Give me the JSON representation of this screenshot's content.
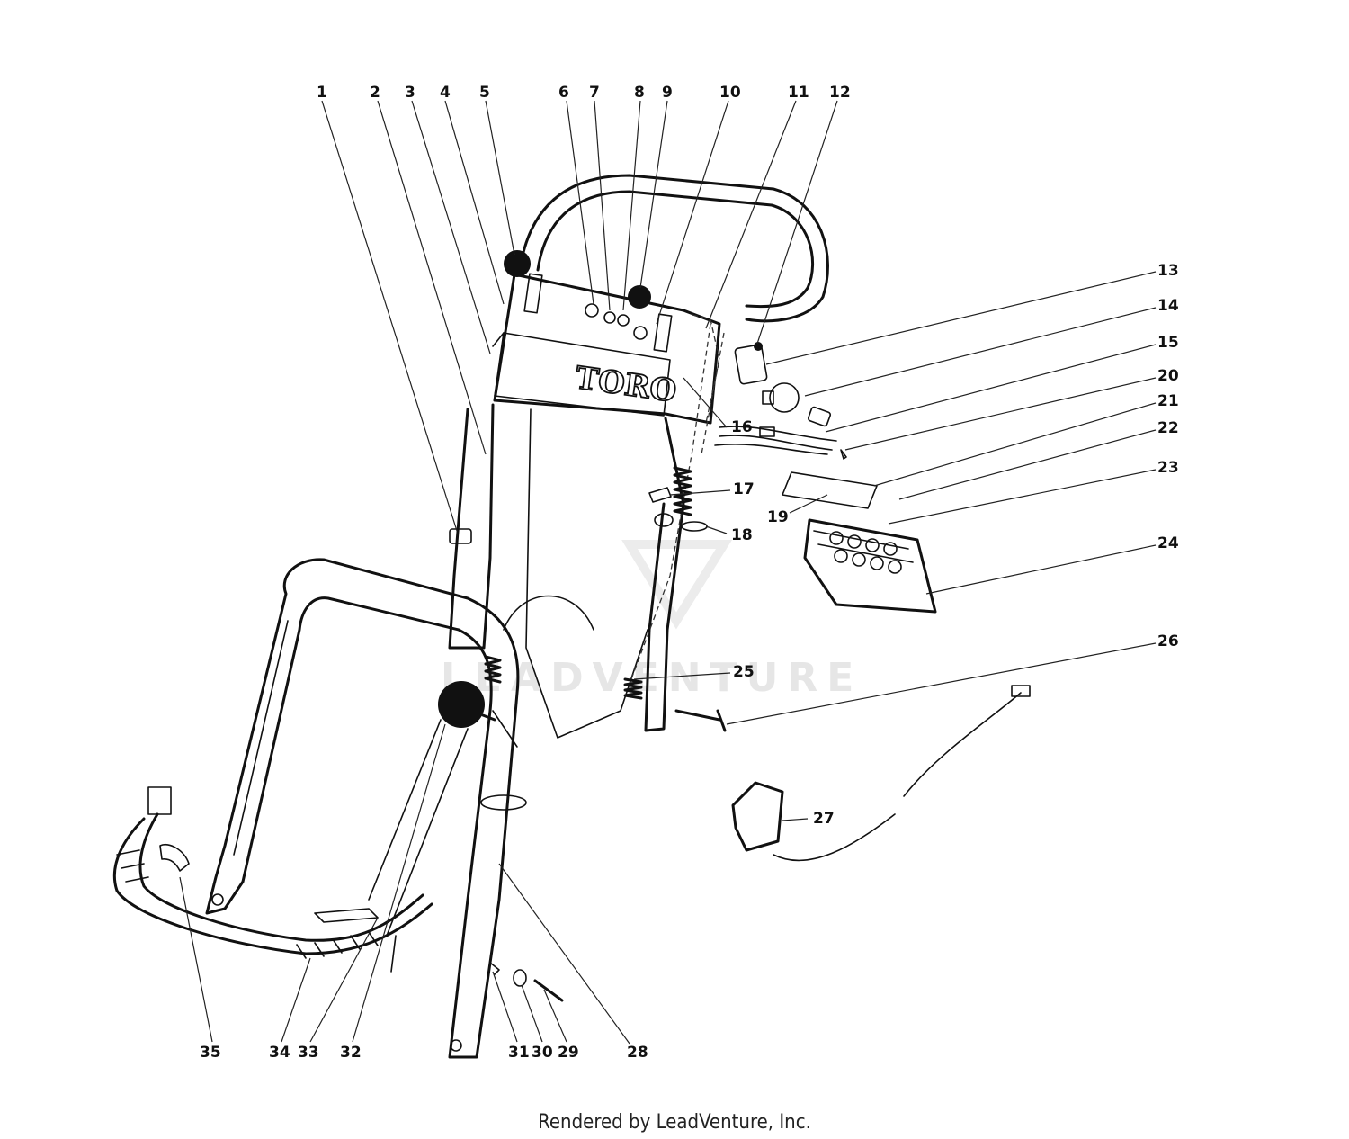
{
  "callouts": [
    {
      "id": "1",
      "text": "1"
    },
    {
      "id": "2",
      "text": "2"
    },
    {
      "id": "3",
      "text": "3"
    },
    {
      "id": "4",
      "text": "4"
    },
    {
      "id": "5",
      "text": "5"
    },
    {
      "id": "6",
      "text": "6"
    },
    {
      "id": "7",
      "text": "7"
    },
    {
      "id": "8",
      "text": "8"
    },
    {
      "id": "9",
      "text": "9"
    },
    {
      "id": "10",
      "text": "10"
    },
    {
      "id": "11",
      "text": "11"
    },
    {
      "id": "12",
      "text": "12"
    },
    {
      "id": "13",
      "text": "13"
    },
    {
      "id": "14",
      "text": "14"
    },
    {
      "id": "15",
      "text": "15"
    },
    {
      "id": "16",
      "text": "16"
    },
    {
      "id": "17",
      "text": "17"
    },
    {
      "id": "18",
      "text": "18"
    },
    {
      "id": "19",
      "text": "19"
    },
    {
      "id": "20",
      "text": "20"
    },
    {
      "id": "21",
      "text": "21"
    },
    {
      "id": "22",
      "text": "22"
    },
    {
      "id": "23",
      "text": "23"
    },
    {
      "id": "24",
      "text": "24"
    },
    {
      "id": "25",
      "text": "25"
    },
    {
      "id": "26",
      "text": "26"
    },
    {
      "id": "27",
      "text": "27"
    },
    {
      "id": "28",
      "text": "28"
    },
    {
      "id": "29",
      "text": "29"
    },
    {
      "id": "30",
      "text": "30"
    },
    {
      "id": "31",
      "text": "31"
    },
    {
      "id": "32",
      "text": "32"
    },
    {
      "id": "33",
      "text": "33"
    },
    {
      "id": "34",
      "text": "34"
    },
    {
      "id": "35",
      "text": "35"
    }
  ],
  "panel_logo": "TORO",
  "watermark": "LEADVENTURE",
  "footer": "Rendered by LeadVenture, Inc."
}
